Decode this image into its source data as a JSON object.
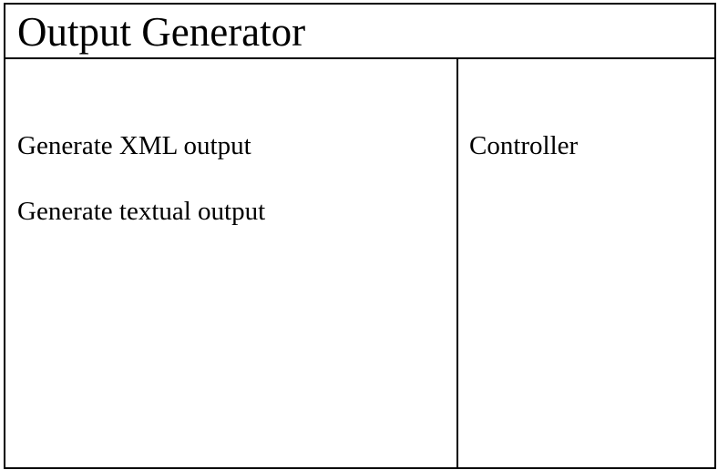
{
  "header": {
    "title": "Output Generator"
  },
  "left_panel": {
    "items": [
      {
        "label": "Generate XML output"
      },
      {
        "label": "Generate textual output"
      }
    ]
  },
  "right_panel": {
    "label": "Controller"
  },
  "colors": {
    "border": "#000000",
    "background": "#ffffff",
    "text": "#000000"
  }
}
